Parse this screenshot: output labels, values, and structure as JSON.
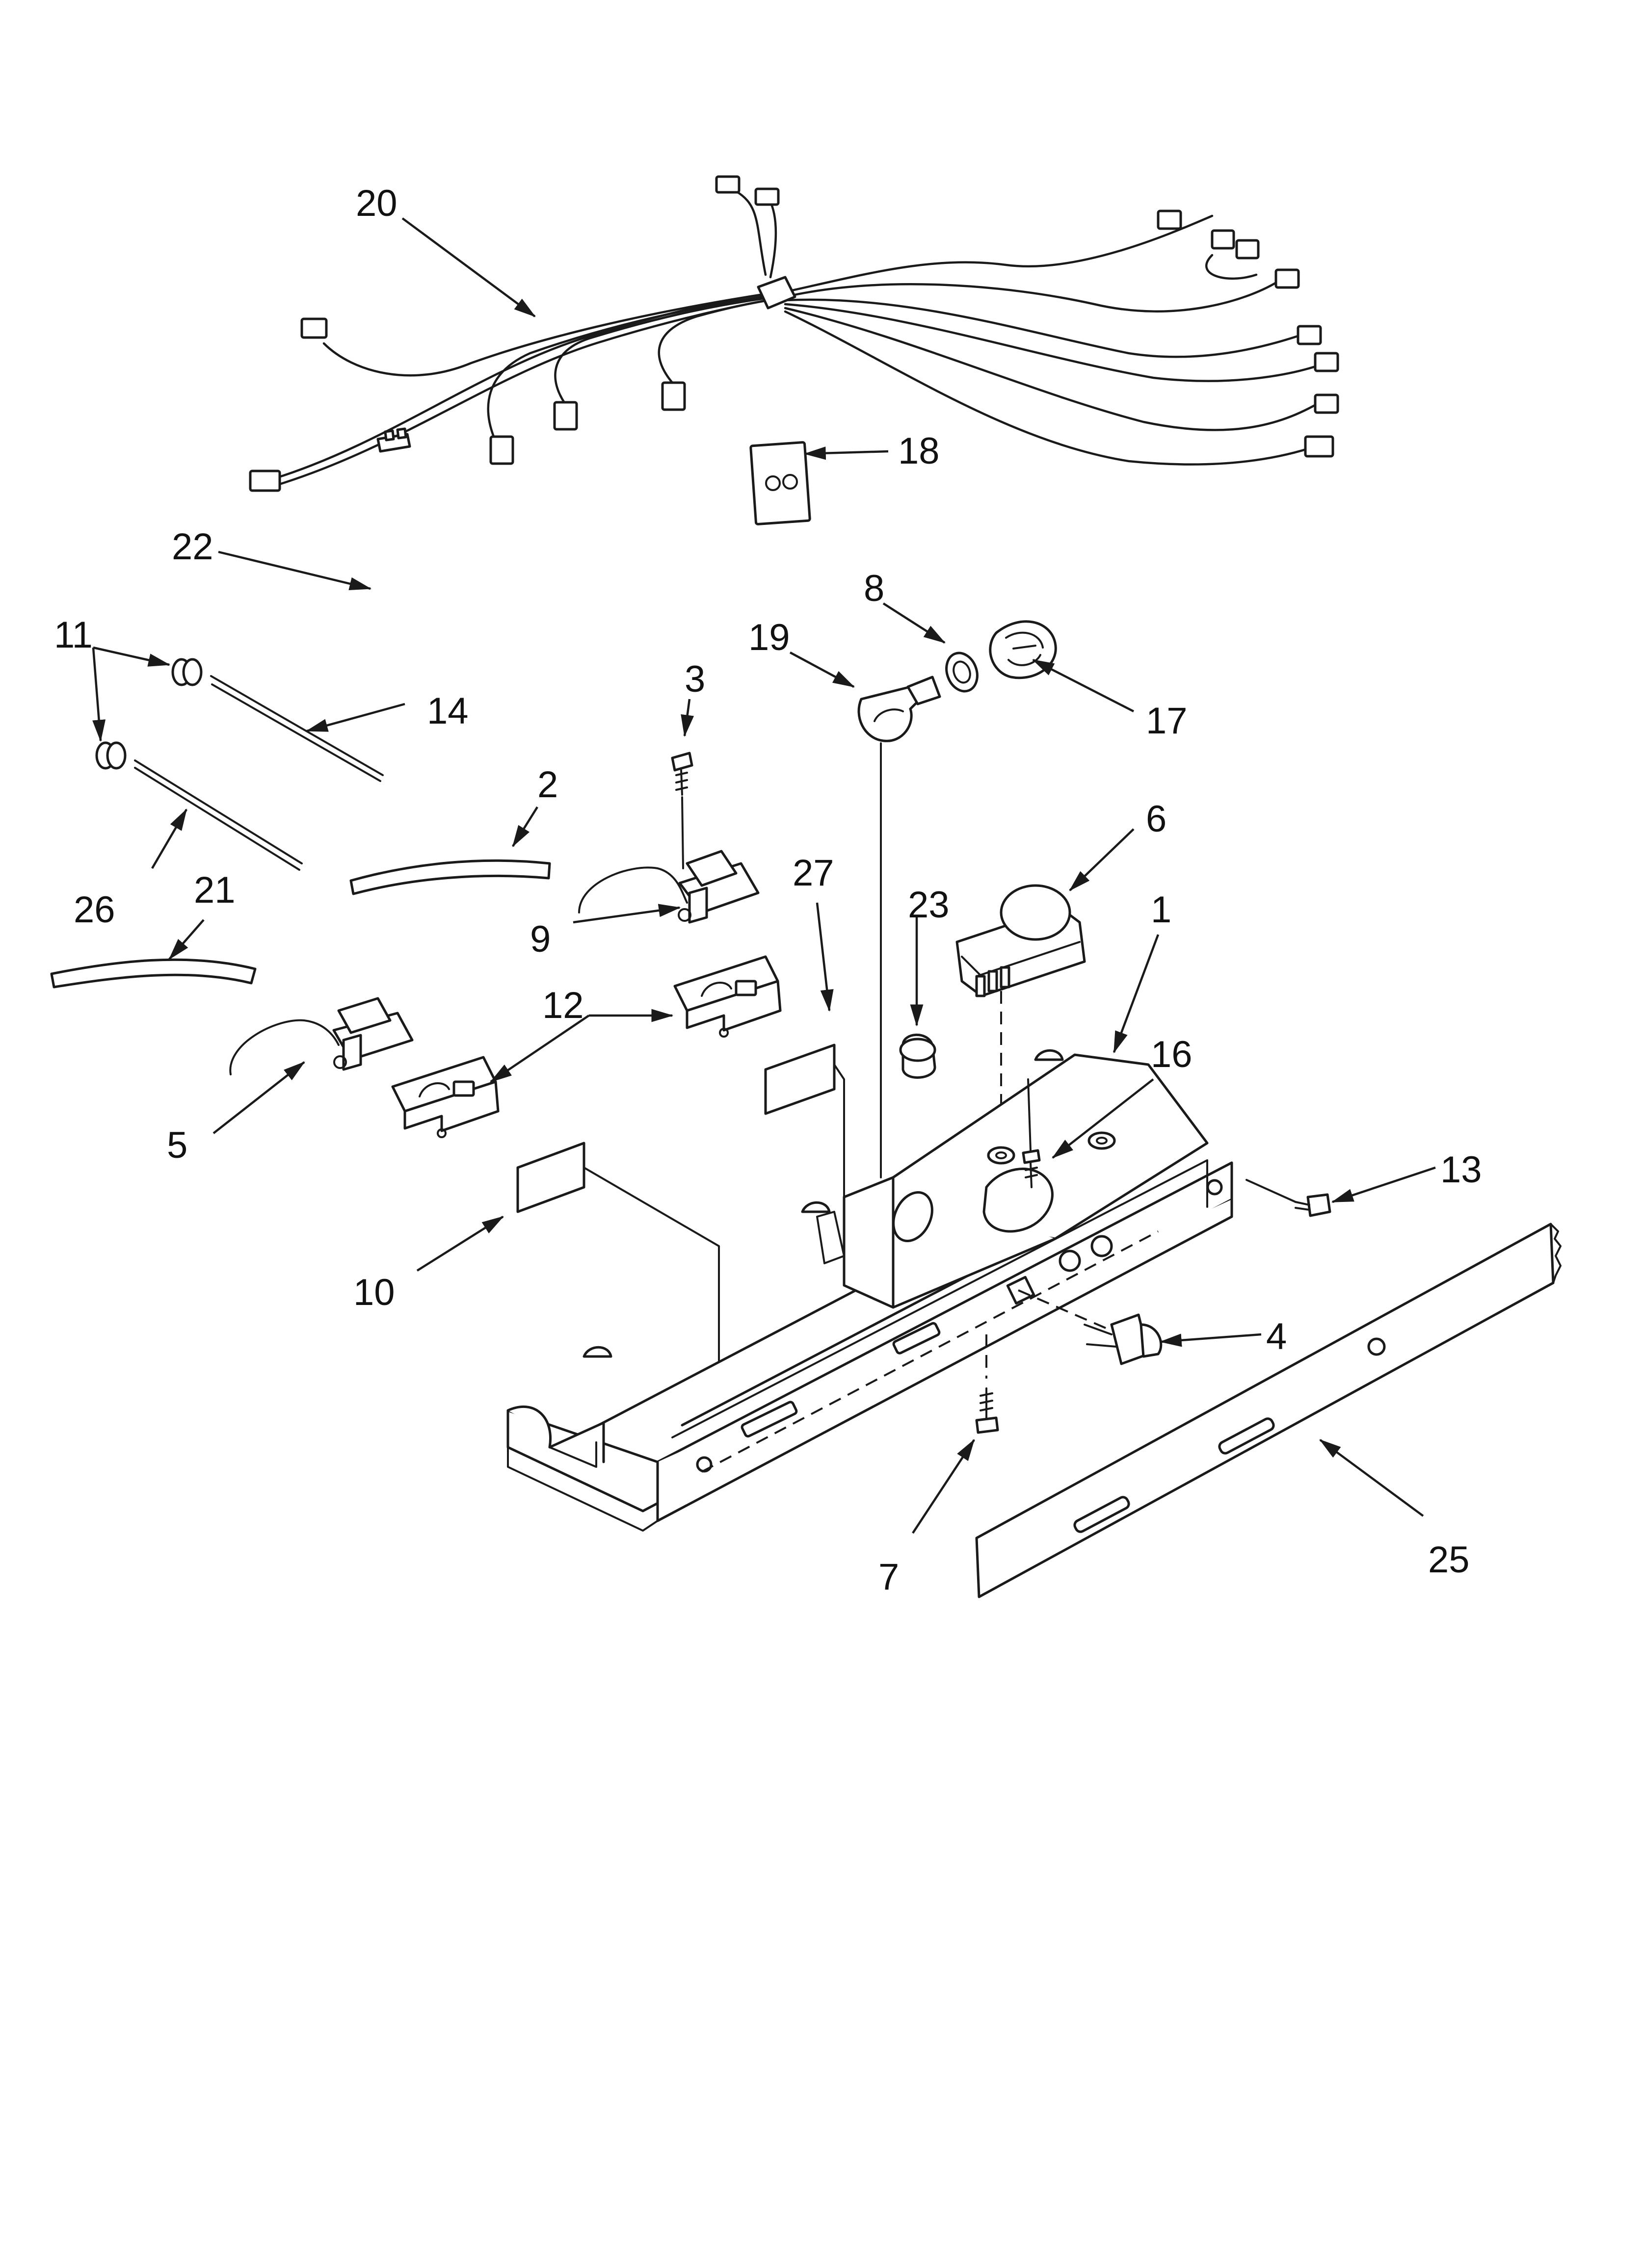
{
  "diagram": {
    "callouts": {
      "c1": "1",
      "c2": "2",
      "c3": "3",
      "c4": "4",
      "c5": "5",
      "c6": "6",
      "c7": "7",
      "c8": "8",
      "c9": "9",
      "c10": "10",
      "c11": "11",
      "c12": "12",
      "c13": "13",
      "c14": "14",
      "c16": "16",
      "c17": "17",
      "c18": "18",
      "c19": "19",
      "c20": "20",
      "c21": "21",
      "c22": "22",
      "c23": "23",
      "c25": "25",
      "c26": "26",
      "c27": "27"
    },
    "line_color": "#1a1a1a",
    "background": "#ffffff"
  }
}
